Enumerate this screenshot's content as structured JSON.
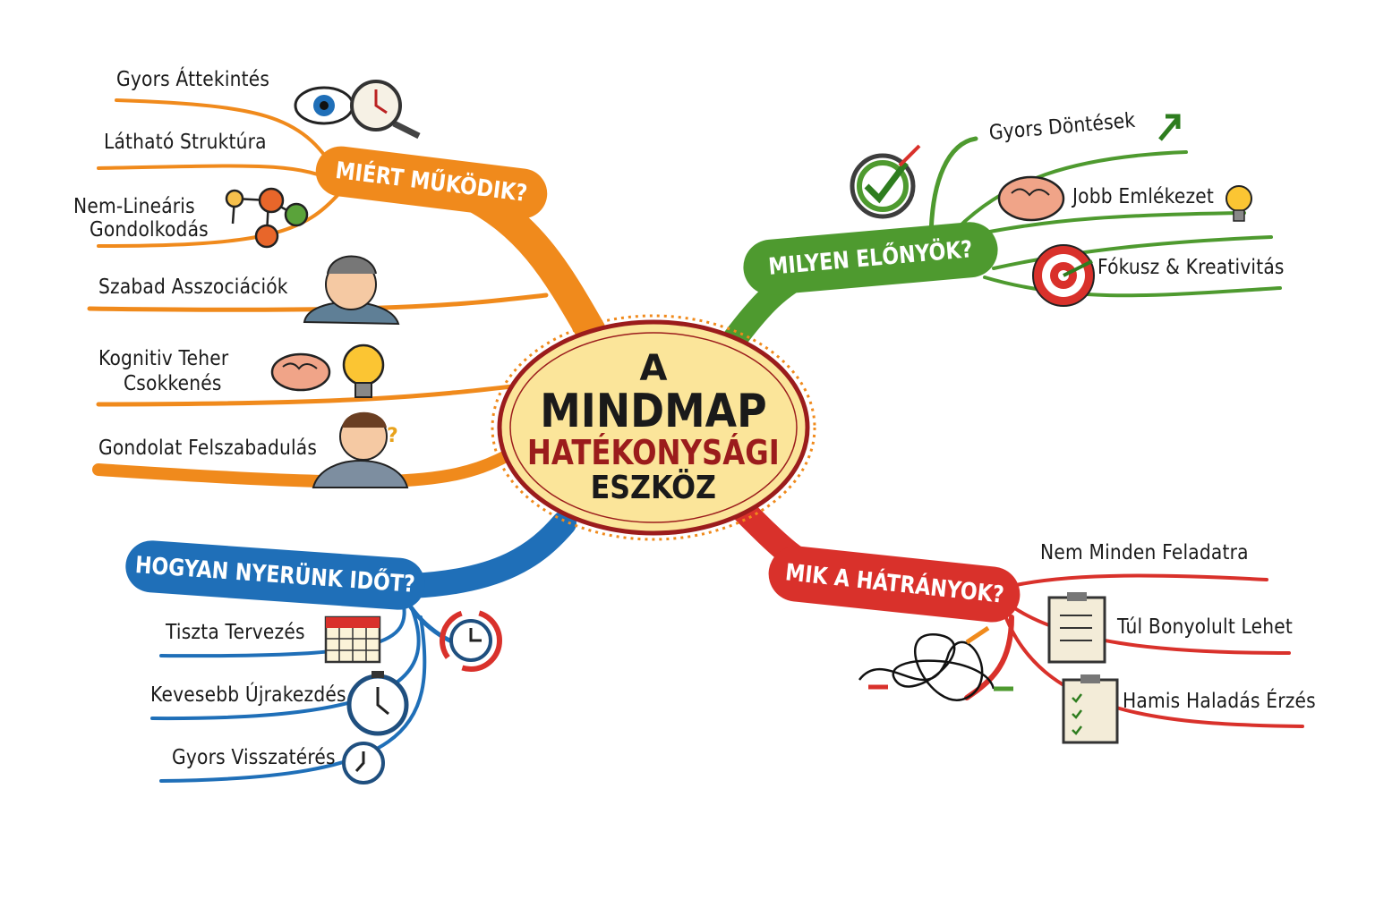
{
  "center": {
    "line1": "A",
    "line2": "MINDMAP",
    "line3": "HATÉKONYSÁGI",
    "line4": "ESZKÖZ"
  },
  "colors": {
    "orange": "#f08a1c",
    "green": "#4e9a2f",
    "red": "#d9312b",
    "blue": "#1f6fb8",
    "center_fill": "#fbe59a",
    "center_stroke": "#9b1c1c"
  },
  "branches": {
    "why": {
      "title": "MIÉRT MŰKÖDIK?",
      "items": [
        "Gyors Áttekintés",
        "Látható Struktúra",
        "Nem-Lineáris",
        "Gondolkodás",
        "Szabad Asszociációk",
        "Kognitiv Teher",
        "Csokkenés",
        "Gondolat Felszabadulás"
      ]
    },
    "benefits": {
      "title": "MILYEN ELŐNYÖK?",
      "items": [
        "Gyors Döntések",
        "Jobb Emlékezet",
        "Fókusz & Kreativitás"
      ]
    },
    "drawbacks": {
      "title": "MIK A HÁTRÁNYOK?",
      "items": [
        "Nem Minden Feladatra",
        "Túl Bonyolult Lehet",
        "Hamis Haladás Érzés"
      ]
    },
    "time": {
      "title": "HOGYAN NYERÜNK IDŐT?",
      "items": [
        "Tiszta Tervezés",
        "Kevesebb Újrakezdés",
        "Gyors Visszatérés"
      ]
    }
  }
}
